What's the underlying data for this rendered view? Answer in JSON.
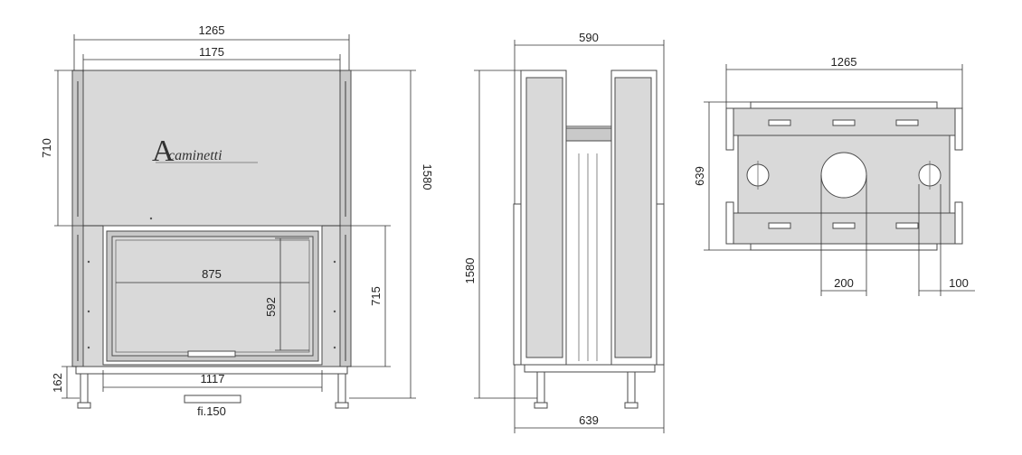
{
  "front_view": {
    "dim_total_width": "1265",
    "dim_top_width": "1175",
    "dim_upper_height": "710",
    "dim_total_height": "1580",
    "dim_lower_height": "715",
    "dim_glass_width": "875",
    "dim_glass_height": "592",
    "dim_base_width": "1117",
    "dim_leg_height": "162",
    "flue_label": "fi.150",
    "brand": "caminetti",
    "brand_initial": "A"
  },
  "side_view": {
    "dim_top_depth": "590",
    "dim_height": "1580",
    "dim_bottom_depth": "639"
  },
  "top_view": {
    "dim_width": "1265",
    "dim_depth": "639",
    "dim_outlet": "200",
    "dim_small_outlet": "100"
  },
  "colors": {
    "panel": "#d9d9d9",
    "line": "#3a3a3a"
  }
}
